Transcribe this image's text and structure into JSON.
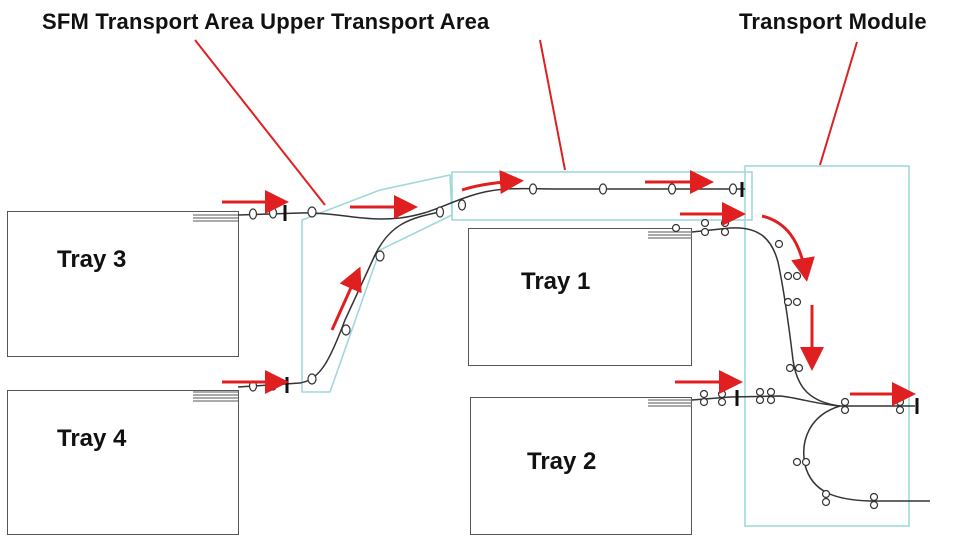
{
  "labels": {
    "sfm_upper": "SFM Transport Area Upper Transport Area",
    "transport_module": "Transport Module"
  },
  "trays": [
    {
      "id": "tray-3",
      "name": "Tray 3"
    },
    {
      "id": "tray-1",
      "name": "Tray 1"
    },
    {
      "id": "tray-4",
      "name": "Tray 4"
    },
    {
      "id": "tray-2",
      "name": "Tray 2"
    }
  ],
  "colors": {
    "arrow": "#e02020",
    "leader": "#e02020",
    "area_outline": "#9fd8dc",
    "path": "#333333",
    "tray_border": "#555555"
  }
}
